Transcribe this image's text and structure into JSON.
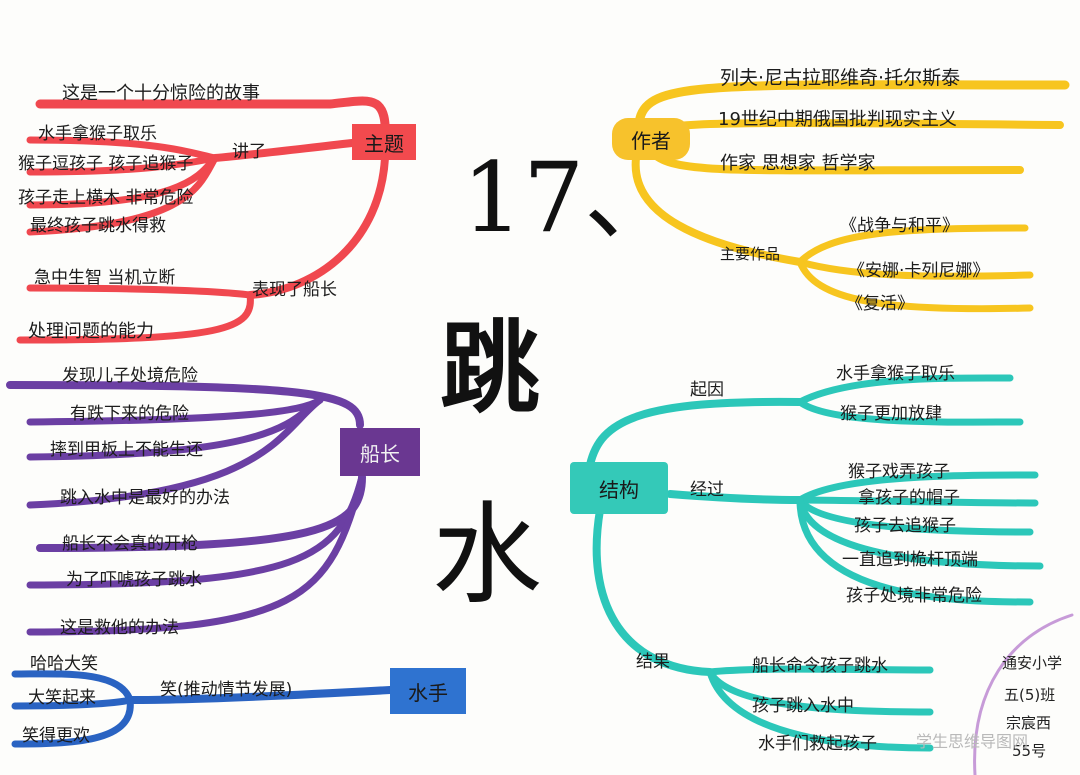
{
  "title": {
    "number": "17、",
    "line1": "跳",
    "line2": "水"
  },
  "colors": {
    "red": "#f0484f",
    "yellow": "#f7c51f",
    "purple": "#6b3fa3",
    "blue": "#2a63c2",
    "teal": "#2cc7b9",
    "hub_red": "#f24a4e",
    "hub_yellow": "#f7c22c",
    "hub_purple": "#6a3791",
    "hub_blue": "#2f73d0",
    "hub_teal": "#34c9b8",
    "sig_arc": "#c79bd8"
  },
  "theme": {
    "label": "主题",
    "jiang": "讲了",
    "l1": "这是一个十分惊险的故事",
    "l2": "水手拿猴子取乐",
    "l3": "猴子逗孩子  孩子追猴子",
    "l4": "孩子走上横木  非常危险",
    "l5": "最终孩子跳水得救",
    "biaoxian": "表现了船长",
    "l6": "急中生智  当机立断",
    "l7": "处理问题的能力"
  },
  "author": {
    "label": "作者",
    "name": "列夫·尼古拉耶维奇·托尔斯泰",
    "era": "19世纪中期俄国批判现实主义",
    "roles": "作家   思想家   哲学家",
    "works_label": "主要作品",
    "w1": "《战争与和平》",
    "w2": "《安娜·卡列尼娜》",
    "w3": "《复活》"
  },
  "captain": {
    "label": "船长",
    "l1": "发现儿子处境危险",
    "l2": "有跌下来的危险",
    "l3": "摔到甲板上不能生还",
    "l4": "跳入水中是最好的办法",
    "l5": "船长不会真的开枪",
    "l6": "为了吓唬孩子跳水",
    "l7": "这是救他的办法"
  },
  "sailor": {
    "label": "水手",
    "mid": "笑(推动情节发展)",
    "l1": "哈哈大笑",
    "l2": "大笑起来",
    "l3": "笑得更欢"
  },
  "structure": {
    "label": "结构",
    "qiyin": "起因",
    "q1": "水手拿猴子取乐",
    "q2": "猴子更加放肆",
    "jingguo": "经过",
    "j1": "猴子戏弄孩子",
    "j2": "拿孩子的帽子",
    "j3": "孩子去追猴子",
    "j4": "一直追到桅杆顶端",
    "j5": "孩子处境非常危险",
    "jieguo": "结果",
    "r1": "船长命令孩子跳水",
    "r2": "孩子跳入水中",
    "r3": "水手们救起孩子"
  },
  "signature": {
    "school": "通安小学",
    "cls": "五(5)班",
    "name": "宗宸西",
    "num": "55号"
  },
  "watermark": "学生思维导图网"
}
